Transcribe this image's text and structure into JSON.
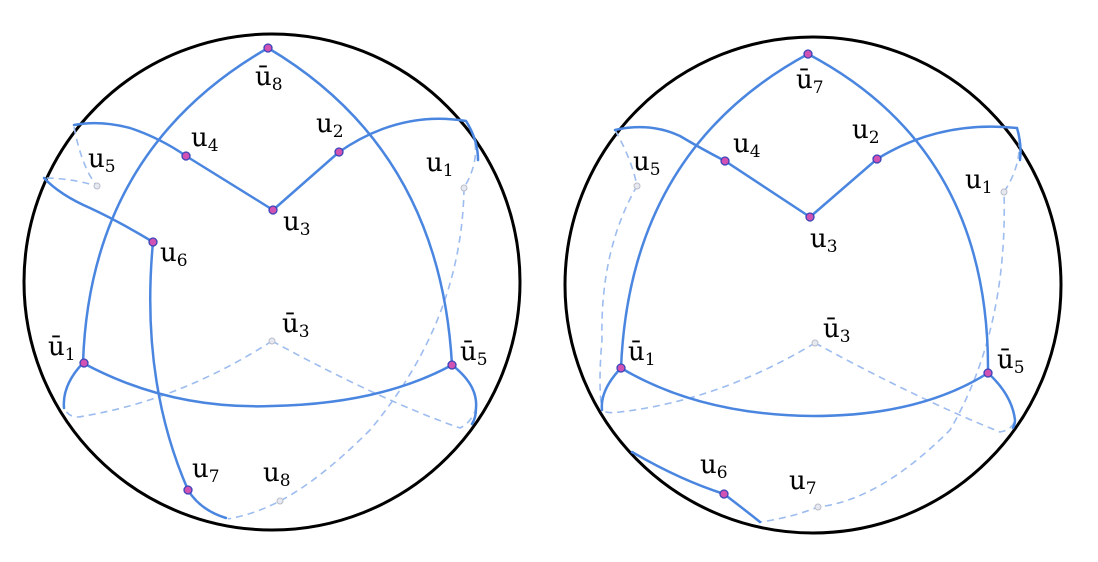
{
  "left_figure": {
    "labels": {
      "ubar8": {
        "base": "ū",
        "sub": "8"
      },
      "u2": {
        "base": "u",
        "sub": "2"
      },
      "u4": {
        "base": "u",
        "sub": "4"
      },
      "u5": {
        "base": "u",
        "sub": "5"
      },
      "u1": {
        "base": "u",
        "sub": "1"
      },
      "u3": {
        "base": "u",
        "sub": "3"
      },
      "u6": {
        "base": "u",
        "sub": "6"
      },
      "ubar3": {
        "base": "ū",
        "sub": "3"
      },
      "ubar1": {
        "base": "ū",
        "sub": "1"
      },
      "ubar5": {
        "base": "ū",
        "sub": "5"
      },
      "u7": {
        "base": "u",
        "sub": "7"
      },
      "u8": {
        "base": "u",
        "sub": "8"
      }
    }
  },
  "right_figure": {
    "labels": {
      "ubar7": {
        "base": "ū",
        "sub": "7"
      },
      "u2": {
        "base": "u",
        "sub": "2"
      },
      "u4": {
        "base": "u",
        "sub": "4"
      },
      "u5": {
        "base": "u",
        "sub": "5"
      },
      "u1": {
        "base": "u",
        "sub": "1"
      },
      "u3": {
        "base": "u",
        "sub": "3"
      },
      "ubar3": {
        "base": "ū",
        "sub": "3"
      },
      "ubar1": {
        "base": "ū",
        "sub": "1"
      },
      "ubar5": {
        "base": "ū",
        "sub": "5"
      },
      "u6": {
        "base": "u",
        "sub": "6"
      },
      "u7": {
        "base": "u",
        "sub": "7"
      }
    }
  },
  "colors": {
    "front_arc": "#4a86e0",
    "back_arc": "#9dbcef",
    "vertex_fill": "#d152b3",
    "sphere_outline": "#000000"
  }
}
